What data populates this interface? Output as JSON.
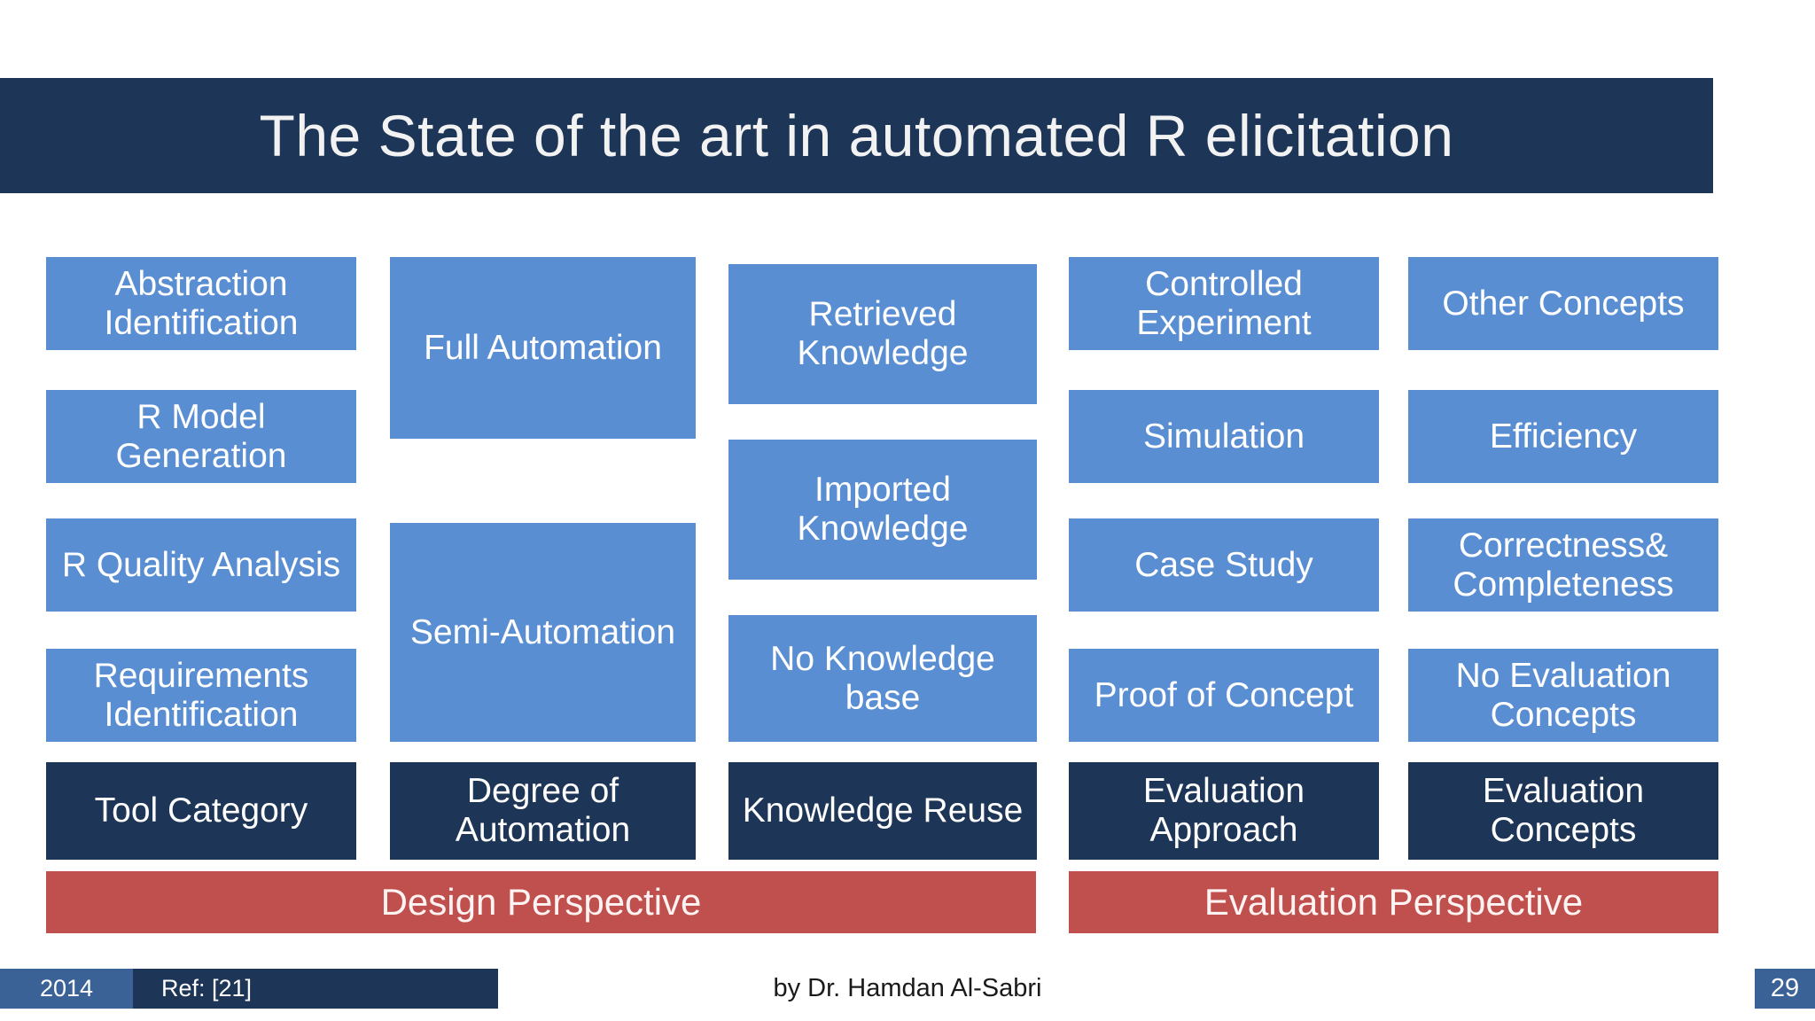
{
  "slide": {
    "title": "The State of the art in automated R elicitation",
    "colors": {
      "title_bar": "#1d3557",
      "cell_blue": "#5a8ed3",
      "header_navy": "#1d3557",
      "perspective_red": "#c0504d",
      "footer_year_blue": "#3a6296",
      "page_badge_blue": "#3a6296",
      "text_white": "#ffffff"
    }
  },
  "matrix": {
    "columns": [
      {
        "header": "Tool Category",
        "items": [
          "Abstraction Identification",
          "R Model Generation",
          "R Quality Analysis",
          "Requirements Identification"
        ]
      },
      {
        "header": "Degree of Automation",
        "items": [
          "Full Automation",
          "Semi-Automation"
        ]
      },
      {
        "header": "Knowledge Reuse",
        "items": [
          "Retrieved Knowledge",
          "Imported Knowledge",
          "No Knowledge base"
        ]
      },
      {
        "header": "Evaluation Approach",
        "items": [
          "Controlled Experiment",
          "Simulation",
          "Case Study",
          "Proof of Concept"
        ]
      },
      {
        "header": "Evaluation Concepts",
        "items": [
          "Other Concepts",
          "Efficiency",
          "Correctness& Completeness",
          "No Evaluation Concepts"
        ]
      }
    ]
  },
  "perspectives": {
    "design": "Design Perspective",
    "evaluation": "Evaluation Perspective"
  },
  "footer": {
    "year": "2014",
    "reference": "Ref: [21]",
    "author": "by Dr. Hamdan Al-Sabri",
    "page_number": "29"
  }
}
